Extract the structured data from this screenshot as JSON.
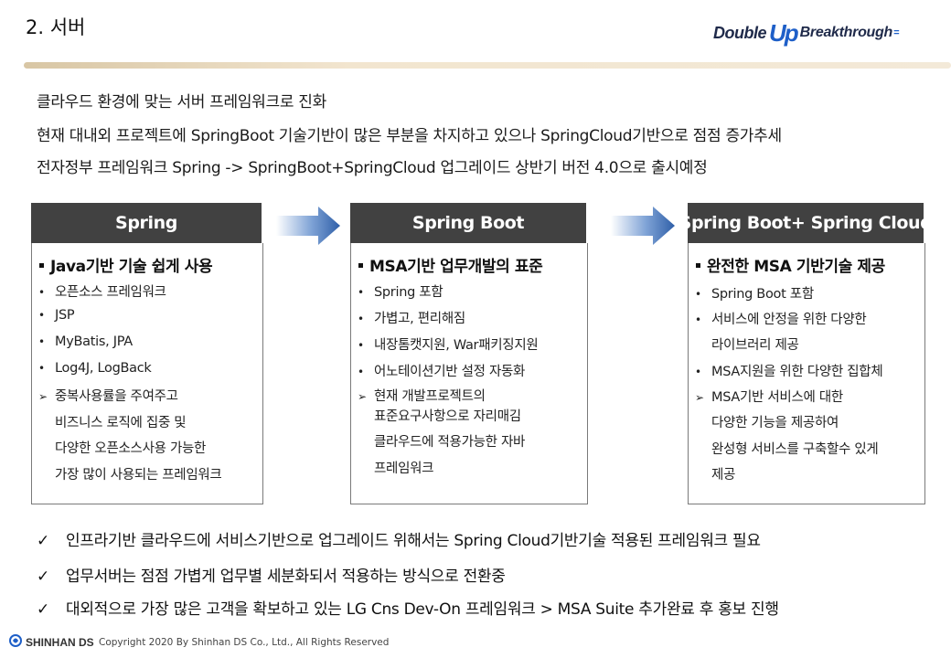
{
  "header": {
    "title": "2. 서버",
    "logo": {
      "word1": "Double",
      "mark": "Up",
      "word2": "Breakthrough",
      "tail": "="
    }
  },
  "intro": [
    "클라우드 환경에 맞는 서버 프레임워크로 진화",
    "현재 대내외 프로젝트에 SpringBoot 기술기반이 많은 부분을 차지하고 있으나 SpringCloud기반으로 점점 증가추세",
    "전자정부 프레임워크 Spring -> SpringBoot+SpringCloud 업그레이드 상반기 버전 4.0으로 출시예정"
  ],
  "boxes": [
    {
      "header": "Spring",
      "title": "Java기반 기술 쉽게 사용",
      "items": [
        {
          "bullet": "•",
          "text": "오픈소스 프레임워크"
        },
        {
          "bullet": "•",
          "text": "JSP"
        },
        {
          "bullet": "•",
          "text": "MyBatis, JPA"
        },
        {
          "bullet": "•",
          "text": "Log4J, LogBack"
        },
        {
          "bullet": "➢",
          "text": "중복사용률을 주여주고"
        },
        {
          "bullet": "",
          "text": "비즈니스 로직에 집중 및"
        },
        {
          "bullet": "",
          "text": "다양한 오픈소스사용 가능한"
        },
        {
          "bullet": "",
          "text": "가장 많이 사용되는 프레임워크"
        }
      ]
    },
    {
      "header": "Spring Boot",
      "title": "MSA기반 업무개발의 표준",
      "items": [
        {
          "bullet": "•",
          "text": "Spring 포함"
        },
        {
          "bullet": "•",
          "text": "가볍고, 편리해짐"
        },
        {
          "bullet": "•",
          "text": "내장톰캣지원, War패키징지원"
        },
        {
          "bullet": "•",
          "text": "어노테이션기반 설정 자동화"
        },
        {
          "bullet": "➢",
          "text": "현재 개발프로젝트의"
        },
        {
          "bullet": "",
          "text": "표준요구사항으로 자리매김"
        },
        {
          "bullet": "",
          "text": "클라우드에 적용가능한 자바"
        },
        {
          "bullet": "",
          "text": "프레임워크"
        }
      ]
    },
    {
      "header": "Spring Boot+ Spring Cloud",
      "title": "완전한 MSA 기반기술 제공",
      "items": [
        {
          "bullet": "•",
          "text": "Spring Boot 포함"
        },
        {
          "bullet": "•",
          "text": "서비스에 안정을 위한 다양한"
        },
        {
          "bullet": "",
          "text": "라이브러리 제공"
        },
        {
          "bullet": "•",
          "text": "MSA지원을 위한 다양한  집합체"
        },
        {
          "bullet": "➢",
          "text": "MSA기반 서비스에 대한"
        },
        {
          "bullet": "",
          "text": "다양한 기능을 제공하여"
        },
        {
          "bullet": "",
          "text": "완성형 서비스를 구축할수 있게"
        },
        {
          "bullet": "",
          "text": "제공"
        }
      ]
    }
  ],
  "checks": [
    "인프라기반 클라우드에 서비스기반으로 업그레이드 위해서는 Spring Cloud기반기술 적용된 프레임워크 필요",
    "업무서버는 점점 가볍게 업무별 세분화되서 적용하는 방식으로 전환중",
    "대외적으로 가장 많은 고객을 확보하고 있는 LG Cns Dev-On 프레임워크 > MSA Suite 추가완료 후 홍보 진행"
  ],
  "footer": {
    "brand": "SHINHAN DS",
    "copyright": "Copyright 2020 By Shinhan DS Co., Ltd., All Rights Reserved"
  },
  "colors": {
    "header_bg": "#414141",
    "accent": "#1e5fc8",
    "divider": "#eadcc2"
  }
}
